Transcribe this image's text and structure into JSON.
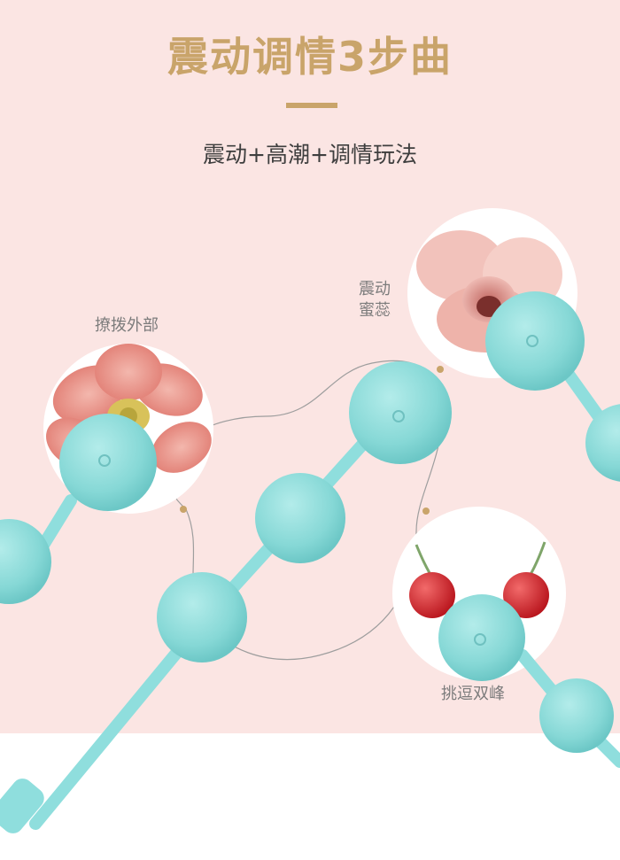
{
  "heading": {
    "title": "震动调情3步曲",
    "subtitle": "震动+高潮+调情玩法"
  },
  "labels": {
    "external": "撩拨外部",
    "inner_line1": "震动",
    "inner_line2": "蜜蕊",
    "tease": "挑逗双峰"
  },
  "colors": {
    "accent_gold": "#c9a46a",
    "background_pink": "#fbe5e3",
    "ball_mint": "#8fdedd",
    "text_dark": "#3e3e3e",
    "text_gray": "#7c7c7c"
  },
  "icons": [
    "peony-flower-illustration",
    "rose-flower-illustration",
    "cherry-pair-illustration",
    "vibrating-ball-product"
  ]
}
